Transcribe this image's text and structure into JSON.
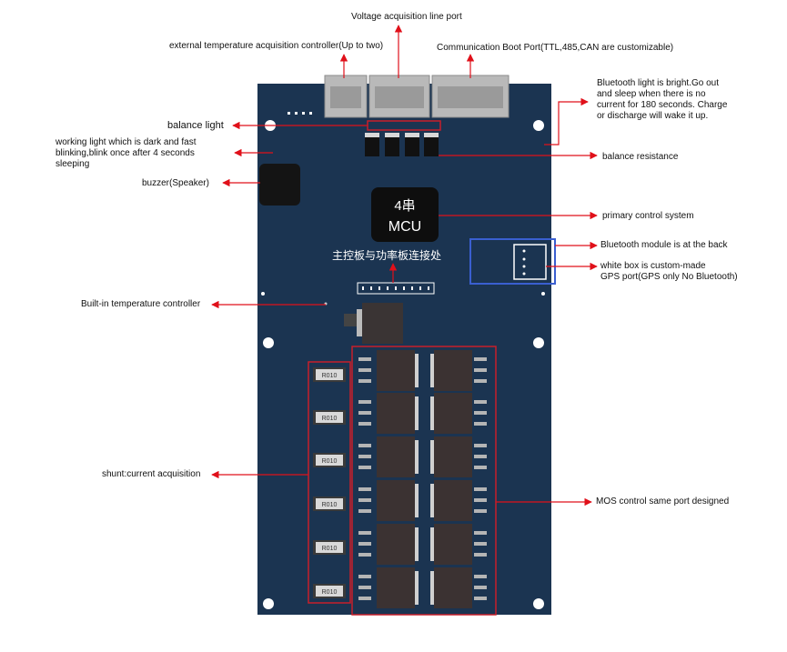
{
  "mcu": {
    "line1": "4串",
    "line2": "MCU"
  },
  "board_caption": "主控板与功率板连接处",
  "shunt_marking": "R010",
  "labels": {
    "voltage_port": "Voltage acquisition line port",
    "ext_temp": "external temperature acquisition controller(Up to two)",
    "comm_port": "Communication Boot Port(TTL,485,CAN are customizable)",
    "bt_light": "Bluetooth light is bright.Go out and sleep when there is no current for 180 seconds. Charge or discharge will wake it up.",
    "balance_light": "balance light",
    "working_light": "working light which is dark and fast blinking,blink once after 4 seconds sleeping",
    "balance_resistance": "balance resistance",
    "buzzer": "buzzer(Speaker)",
    "primary_control": "primary control system",
    "bt_module": "Bluetooth module is at the back",
    "gps_line1": "white box is custom-made",
    "gps_line2": "GPS port(GPS only No Bluetooth)",
    "builtin_temp": "Built-in temperature controller",
    "shunt": "shunt:current acquisition",
    "mos": "MOS control same port designed"
  },
  "colors": {
    "board": "#1b3451",
    "arrow": "#e0101a",
    "highlight_red": "#c81e2a",
    "highlight_blue": "#3a5fd0",
    "component": "#2a2a2a",
    "mos_body": "#3b3232"
  }
}
